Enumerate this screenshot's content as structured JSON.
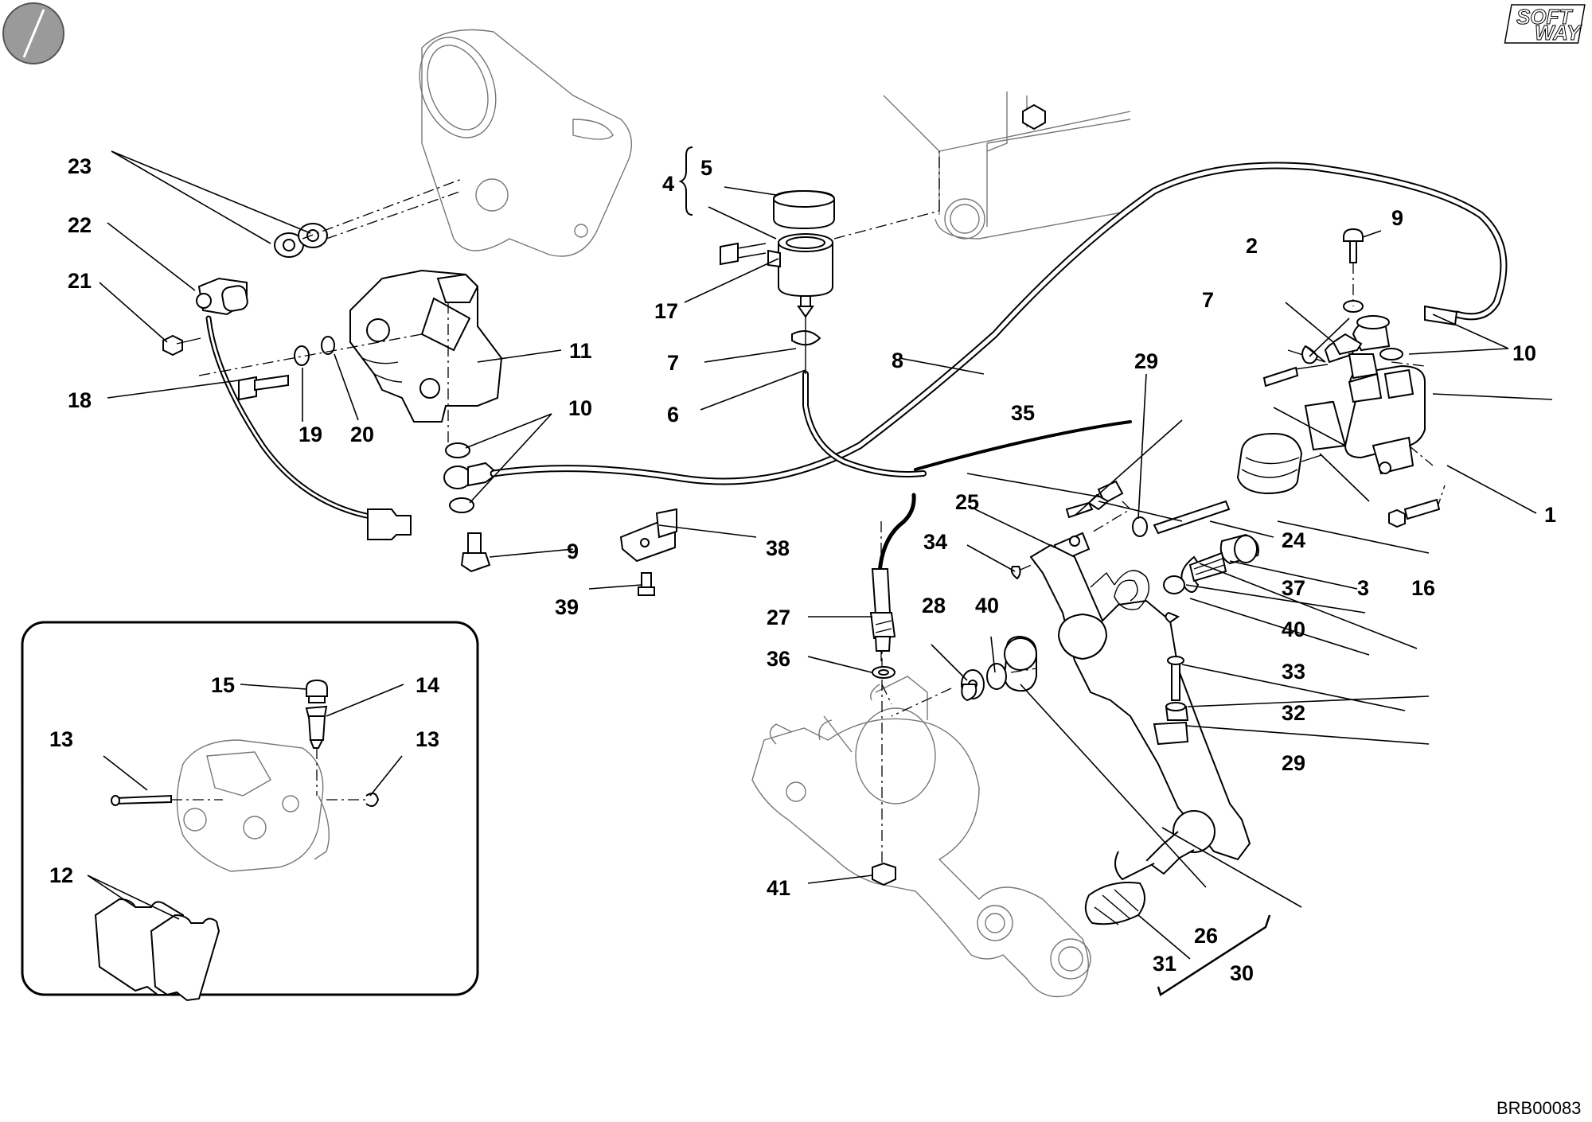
{
  "drawing_code": "BRB00083",
  "logo": {
    "line1": "SOFT",
    "line2": "WAY"
  },
  "callouts": [
    {
      "id": "c1",
      "text": "1"
    },
    {
      "id": "c2",
      "text": "2"
    },
    {
      "id": "c3",
      "text": "3"
    },
    {
      "id": "c4",
      "text": "4"
    },
    {
      "id": "c5",
      "text": "5"
    },
    {
      "id": "c6",
      "text": "6"
    },
    {
      "id": "c7a",
      "text": "7"
    },
    {
      "id": "c7b",
      "text": "7"
    },
    {
      "id": "c8",
      "text": "8"
    },
    {
      "id": "c9a",
      "text": "9"
    },
    {
      "id": "c9b",
      "text": "9"
    },
    {
      "id": "c10a",
      "text": "10"
    },
    {
      "id": "c10b",
      "text": "10"
    },
    {
      "id": "c11",
      "text": "11"
    },
    {
      "id": "c12",
      "text": "12"
    },
    {
      "id": "c13a",
      "text": "13"
    },
    {
      "id": "c13b",
      "text": "13"
    },
    {
      "id": "c14",
      "text": "14"
    },
    {
      "id": "c15",
      "text": "15"
    },
    {
      "id": "c16",
      "text": "16"
    },
    {
      "id": "c17",
      "text": "17"
    },
    {
      "id": "c18",
      "text": "18"
    },
    {
      "id": "c19",
      "text": "19"
    },
    {
      "id": "c20",
      "text": "20"
    },
    {
      "id": "c21",
      "text": "21"
    },
    {
      "id": "c22",
      "text": "22"
    },
    {
      "id": "c23",
      "text": "23"
    },
    {
      "id": "c24",
      "text": "24"
    },
    {
      "id": "c25",
      "text": "25"
    },
    {
      "id": "c26",
      "text": "26"
    },
    {
      "id": "c27",
      "text": "27"
    },
    {
      "id": "c28",
      "text": "28"
    },
    {
      "id": "c29a",
      "text": "29"
    },
    {
      "id": "c29b",
      "text": "29"
    },
    {
      "id": "c30",
      "text": "30"
    },
    {
      "id": "c31",
      "text": "31"
    },
    {
      "id": "c32",
      "text": "32"
    },
    {
      "id": "c33",
      "text": "33"
    },
    {
      "id": "c34",
      "text": "34"
    },
    {
      "id": "c35",
      "text": "35"
    },
    {
      "id": "c36",
      "text": "36"
    },
    {
      "id": "c37",
      "text": "37"
    },
    {
      "id": "c38",
      "text": "38"
    },
    {
      "id": "c39",
      "text": "39"
    },
    {
      "id": "c40a",
      "text": "40"
    },
    {
      "id": "c40b",
      "text": "40"
    },
    {
      "id": "c41",
      "text": "41"
    }
  ]
}
